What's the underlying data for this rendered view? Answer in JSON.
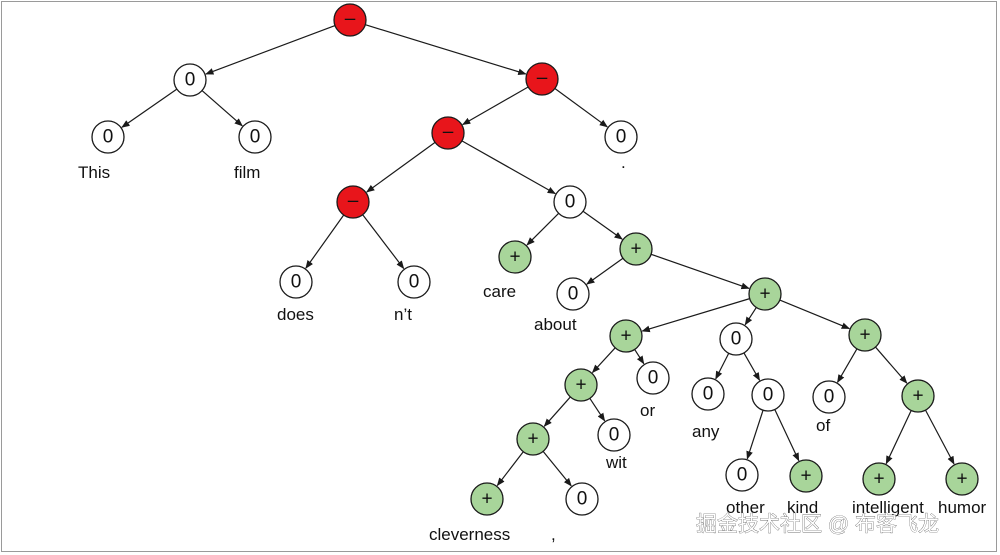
{
  "colors": {
    "negative": "#e8151b",
    "positive": "#a8d59a",
    "neutral": "#ffffff"
  },
  "nodes": [
    {
      "id": "root",
      "label": "–",
      "sentiment": "negative"
    },
    {
      "id": "thisfilm",
      "label": "0",
      "sentiment": "neutral"
    },
    {
      "id": "this",
      "label": "0",
      "sentiment": "neutral",
      "word": "This"
    },
    {
      "id": "film",
      "label": "0",
      "sentiment": "neutral",
      "word": "film"
    },
    {
      "id": "rest",
      "label": "–",
      "sentiment": "negative"
    },
    {
      "id": "clause",
      "label": "–",
      "sentiment": "negative"
    },
    {
      "id": "period",
      "label": "0",
      "sentiment": "neutral",
      "word": "."
    },
    {
      "id": "doesnt",
      "label": "–",
      "sentiment": "negative"
    },
    {
      "id": "does",
      "label": "0",
      "sentiment": "neutral",
      "word": "does"
    },
    {
      "id": "nt",
      "label": "0",
      "sentiment": "neutral",
      "word": "n’t"
    },
    {
      "id": "vp",
      "label": "0",
      "sentiment": "neutral"
    },
    {
      "id": "care",
      "label": "+",
      "sentiment": "positive",
      "word": "care"
    },
    {
      "id": "aboutphrase",
      "label": "+",
      "sentiment": "positive"
    },
    {
      "id": "about",
      "label": "0",
      "sentiment": "neutral",
      "word": "about"
    },
    {
      "id": "np",
      "label": "+",
      "sentiment": "positive"
    },
    {
      "id": "cwo",
      "label": "+",
      "sentiment": "positive"
    },
    {
      "id": "cw",
      "label": "+",
      "sentiment": "positive"
    },
    {
      "id": "or",
      "label": "0",
      "sentiment": "neutral",
      "word": "or"
    },
    {
      "id": "cc",
      "label": "+",
      "sentiment": "positive"
    },
    {
      "id": "wit",
      "label": "0",
      "sentiment": "neutral",
      "word": "wit"
    },
    {
      "id": "cleverness",
      "label": "+",
      "sentiment": "positive",
      "word": "cleverness"
    },
    {
      "id": "comma",
      "label": "0",
      "sentiment": "neutral",
      "word": ","
    },
    {
      "id": "anyok",
      "label": "0",
      "sentiment": "neutral"
    },
    {
      "id": "any",
      "label": "0",
      "sentiment": "neutral",
      "word": "any"
    },
    {
      "id": "ok",
      "label": "0",
      "sentiment": "neutral"
    },
    {
      "id": "other",
      "label": "0",
      "sentiment": "neutral",
      "word": "other"
    },
    {
      "id": "kind",
      "label": "+",
      "sentiment": "positive",
      "word": "kind"
    },
    {
      "id": "ofih",
      "label": "+",
      "sentiment": "positive"
    },
    {
      "id": "of",
      "label": "0",
      "sentiment": "neutral",
      "word": "of"
    },
    {
      "id": "ih",
      "label": "+",
      "sentiment": "positive"
    },
    {
      "id": "intelligent",
      "label": "+",
      "sentiment": "positive",
      "word": "intelligent"
    },
    {
      "id": "humor",
      "label": "+",
      "sentiment": "positive",
      "word": "humor"
    }
  ],
  "edges": [
    [
      "root",
      "thisfilm"
    ],
    [
      "root",
      "rest"
    ],
    [
      "thisfilm",
      "this"
    ],
    [
      "thisfilm",
      "film"
    ],
    [
      "rest",
      "clause"
    ],
    [
      "rest",
      "period"
    ],
    [
      "clause",
      "doesnt"
    ],
    [
      "clause",
      "vp"
    ],
    [
      "doesnt",
      "does"
    ],
    [
      "doesnt",
      "nt"
    ],
    [
      "vp",
      "care"
    ],
    [
      "vp",
      "aboutphrase"
    ],
    [
      "aboutphrase",
      "about"
    ],
    [
      "aboutphrase",
      "np"
    ],
    [
      "np",
      "cwo"
    ],
    [
      "np",
      "anyok"
    ],
    [
      "np",
      "ofih"
    ],
    [
      "cwo",
      "cw"
    ],
    [
      "cwo",
      "or"
    ],
    [
      "cw",
      "cc"
    ],
    [
      "cw",
      "wit"
    ],
    [
      "cc",
      "cleverness"
    ],
    [
      "cc",
      "comma"
    ],
    [
      "anyok",
      "any"
    ],
    [
      "anyok",
      "ok"
    ],
    [
      "ok",
      "other"
    ],
    [
      "ok",
      "kind"
    ],
    [
      "ofih",
      "of"
    ],
    [
      "ofih",
      "ih"
    ],
    [
      "ih",
      "intelligent"
    ],
    [
      "ih",
      "humor"
    ]
  ],
  "watermark": "掘金技术社区 @ 布客飞龙"
}
